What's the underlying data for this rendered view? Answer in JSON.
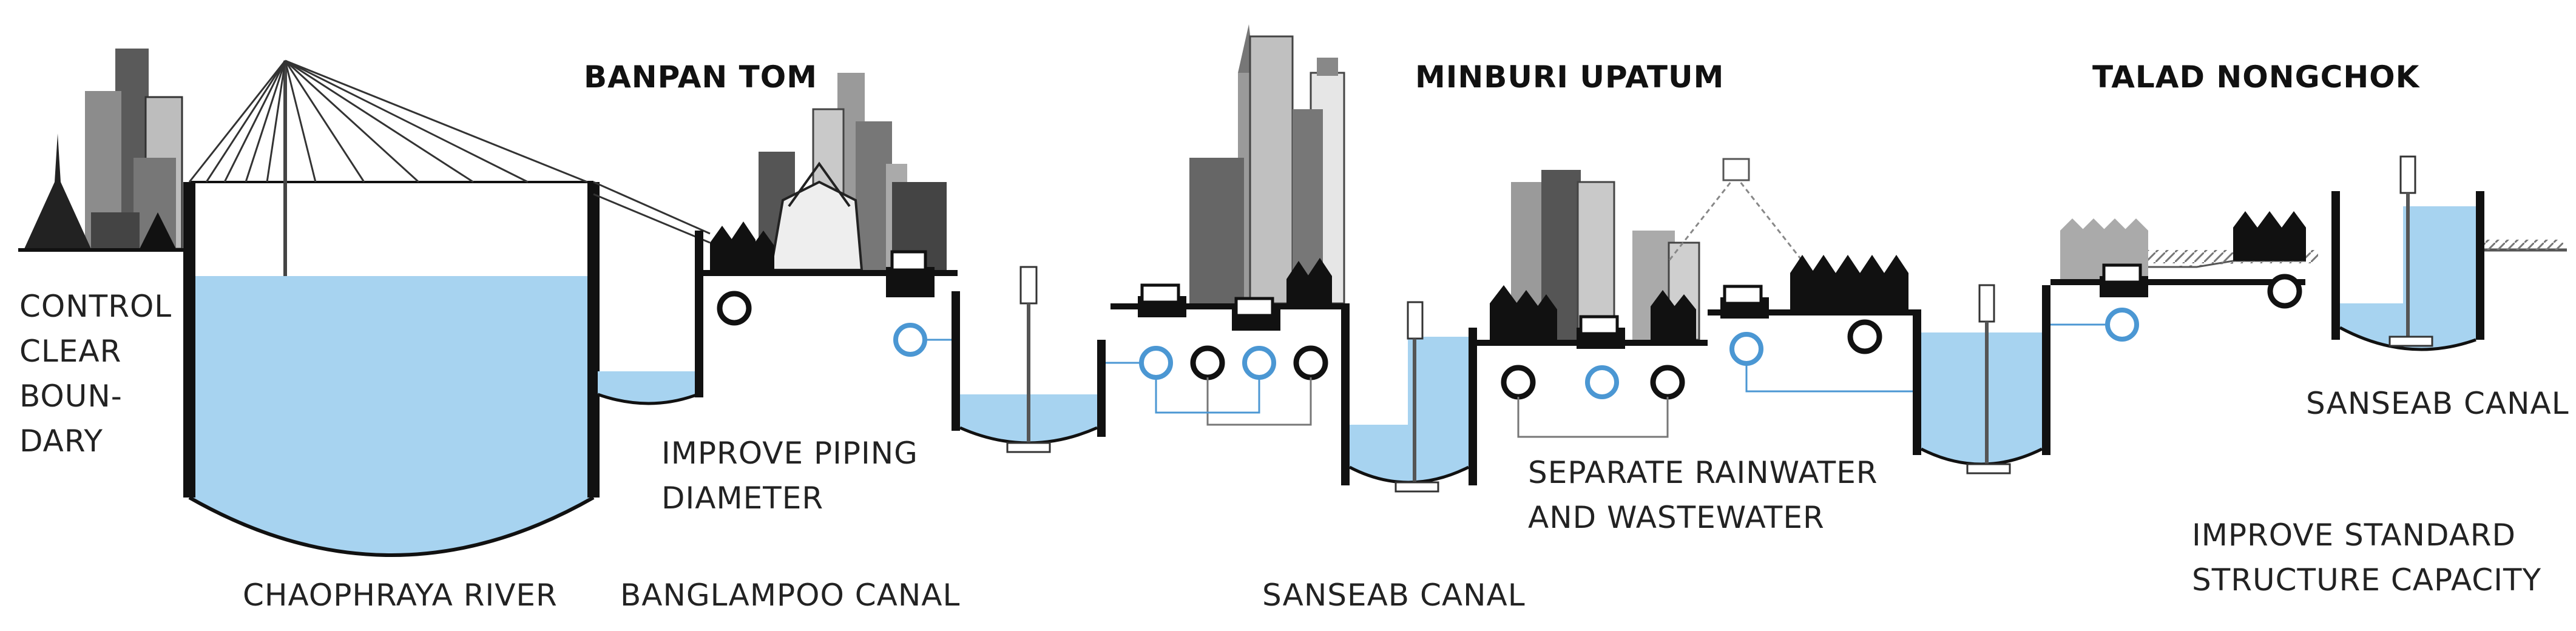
{
  "titles": {
    "banpan": "BANPAN TOM",
    "minburi": "MINBURI UPATUM",
    "talad": "TALAD NONGCHOK"
  },
  "notes": {
    "control": [
      "CONTROL",
      "CLEAR",
      "BOUN-",
      "DARY"
    ],
    "piping": [
      "IMPROVE PIPING",
      "DIAMETER"
    ],
    "separate": [
      "SEPARATE RAINWATER",
      "AND WASTEWATER"
    ],
    "standard": [
      "IMPROVE STANDARD",
      "STRUCTURE CAPACITY"
    ]
  },
  "water_bodies": {
    "chaophraya": "CHAOPHRAYA  RIVER",
    "banglampoo": "BANGLAMPOO CANAL",
    "sanseab_mid": "SANSEAB CANAL",
    "sanseab_right": "SANSEAB CANAL"
  },
  "colors": {
    "water": "#a7d3f0",
    "pipe_blue": "#4b97d3",
    "ink": "#111111",
    "building_dark": "#555555",
    "building_light": "#9a9a9a"
  }
}
